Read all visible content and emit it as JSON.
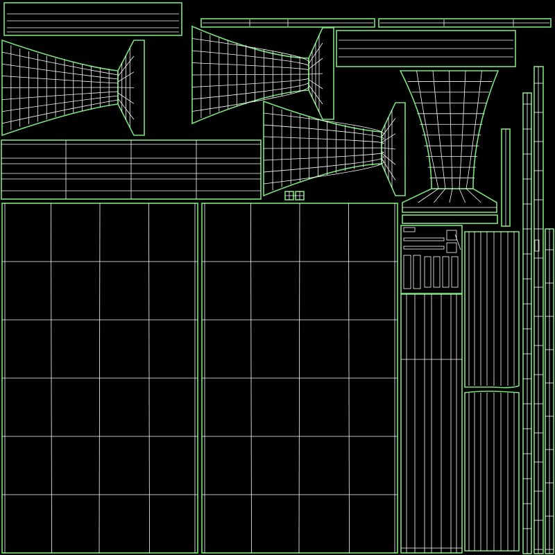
{
  "colors": {
    "background": "#000000",
    "island_outline": "#7CE37C",
    "wireframe": "#FFFFFF"
  },
  "uv_layout": {
    "island_count": 19,
    "islands": [
      {
        "name": "rail-strip-top-left",
        "shape": "strip"
      },
      {
        "name": "rail-strip-top-mid",
        "shape": "strip"
      },
      {
        "name": "rail-strip-top-right",
        "shape": "strip"
      },
      {
        "name": "plank-upper-right",
        "shape": "strip"
      },
      {
        "name": "funnel-left",
        "shape": "funnel"
      },
      {
        "name": "funnel-mid-upper",
        "shape": "funnel"
      },
      {
        "name": "funnel-mid-lower",
        "shape": "funnel"
      },
      {
        "name": "funnel-vertical",
        "shape": "funnel"
      },
      {
        "name": "board-wide",
        "shape": "board"
      },
      {
        "name": "small-tiles",
        "shape": "tiles"
      },
      {
        "name": "panel-left",
        "shape": "grid"
      },
      {
        "name": "panel-mid",
        "shape": "grid"
      },
      {
        "name": "fixtures-cluster",
        "shape": "cluster"
      },
      {
        "name": "column-strip",
        "shape": "strip"
      },
      {
        "name": "tube-upper",
        "shape": "tube"
      },
      {
        "name": "tube-lower",
        "shape": "tube"
      },
      {
        "name": "post-a",
        "shape": "post"
      },
      {
        "name": "post-b",
        "shape": "post"
      },
      {
        "name": "post-c",
        "shape": "post"
      }
    ]
  }
}
